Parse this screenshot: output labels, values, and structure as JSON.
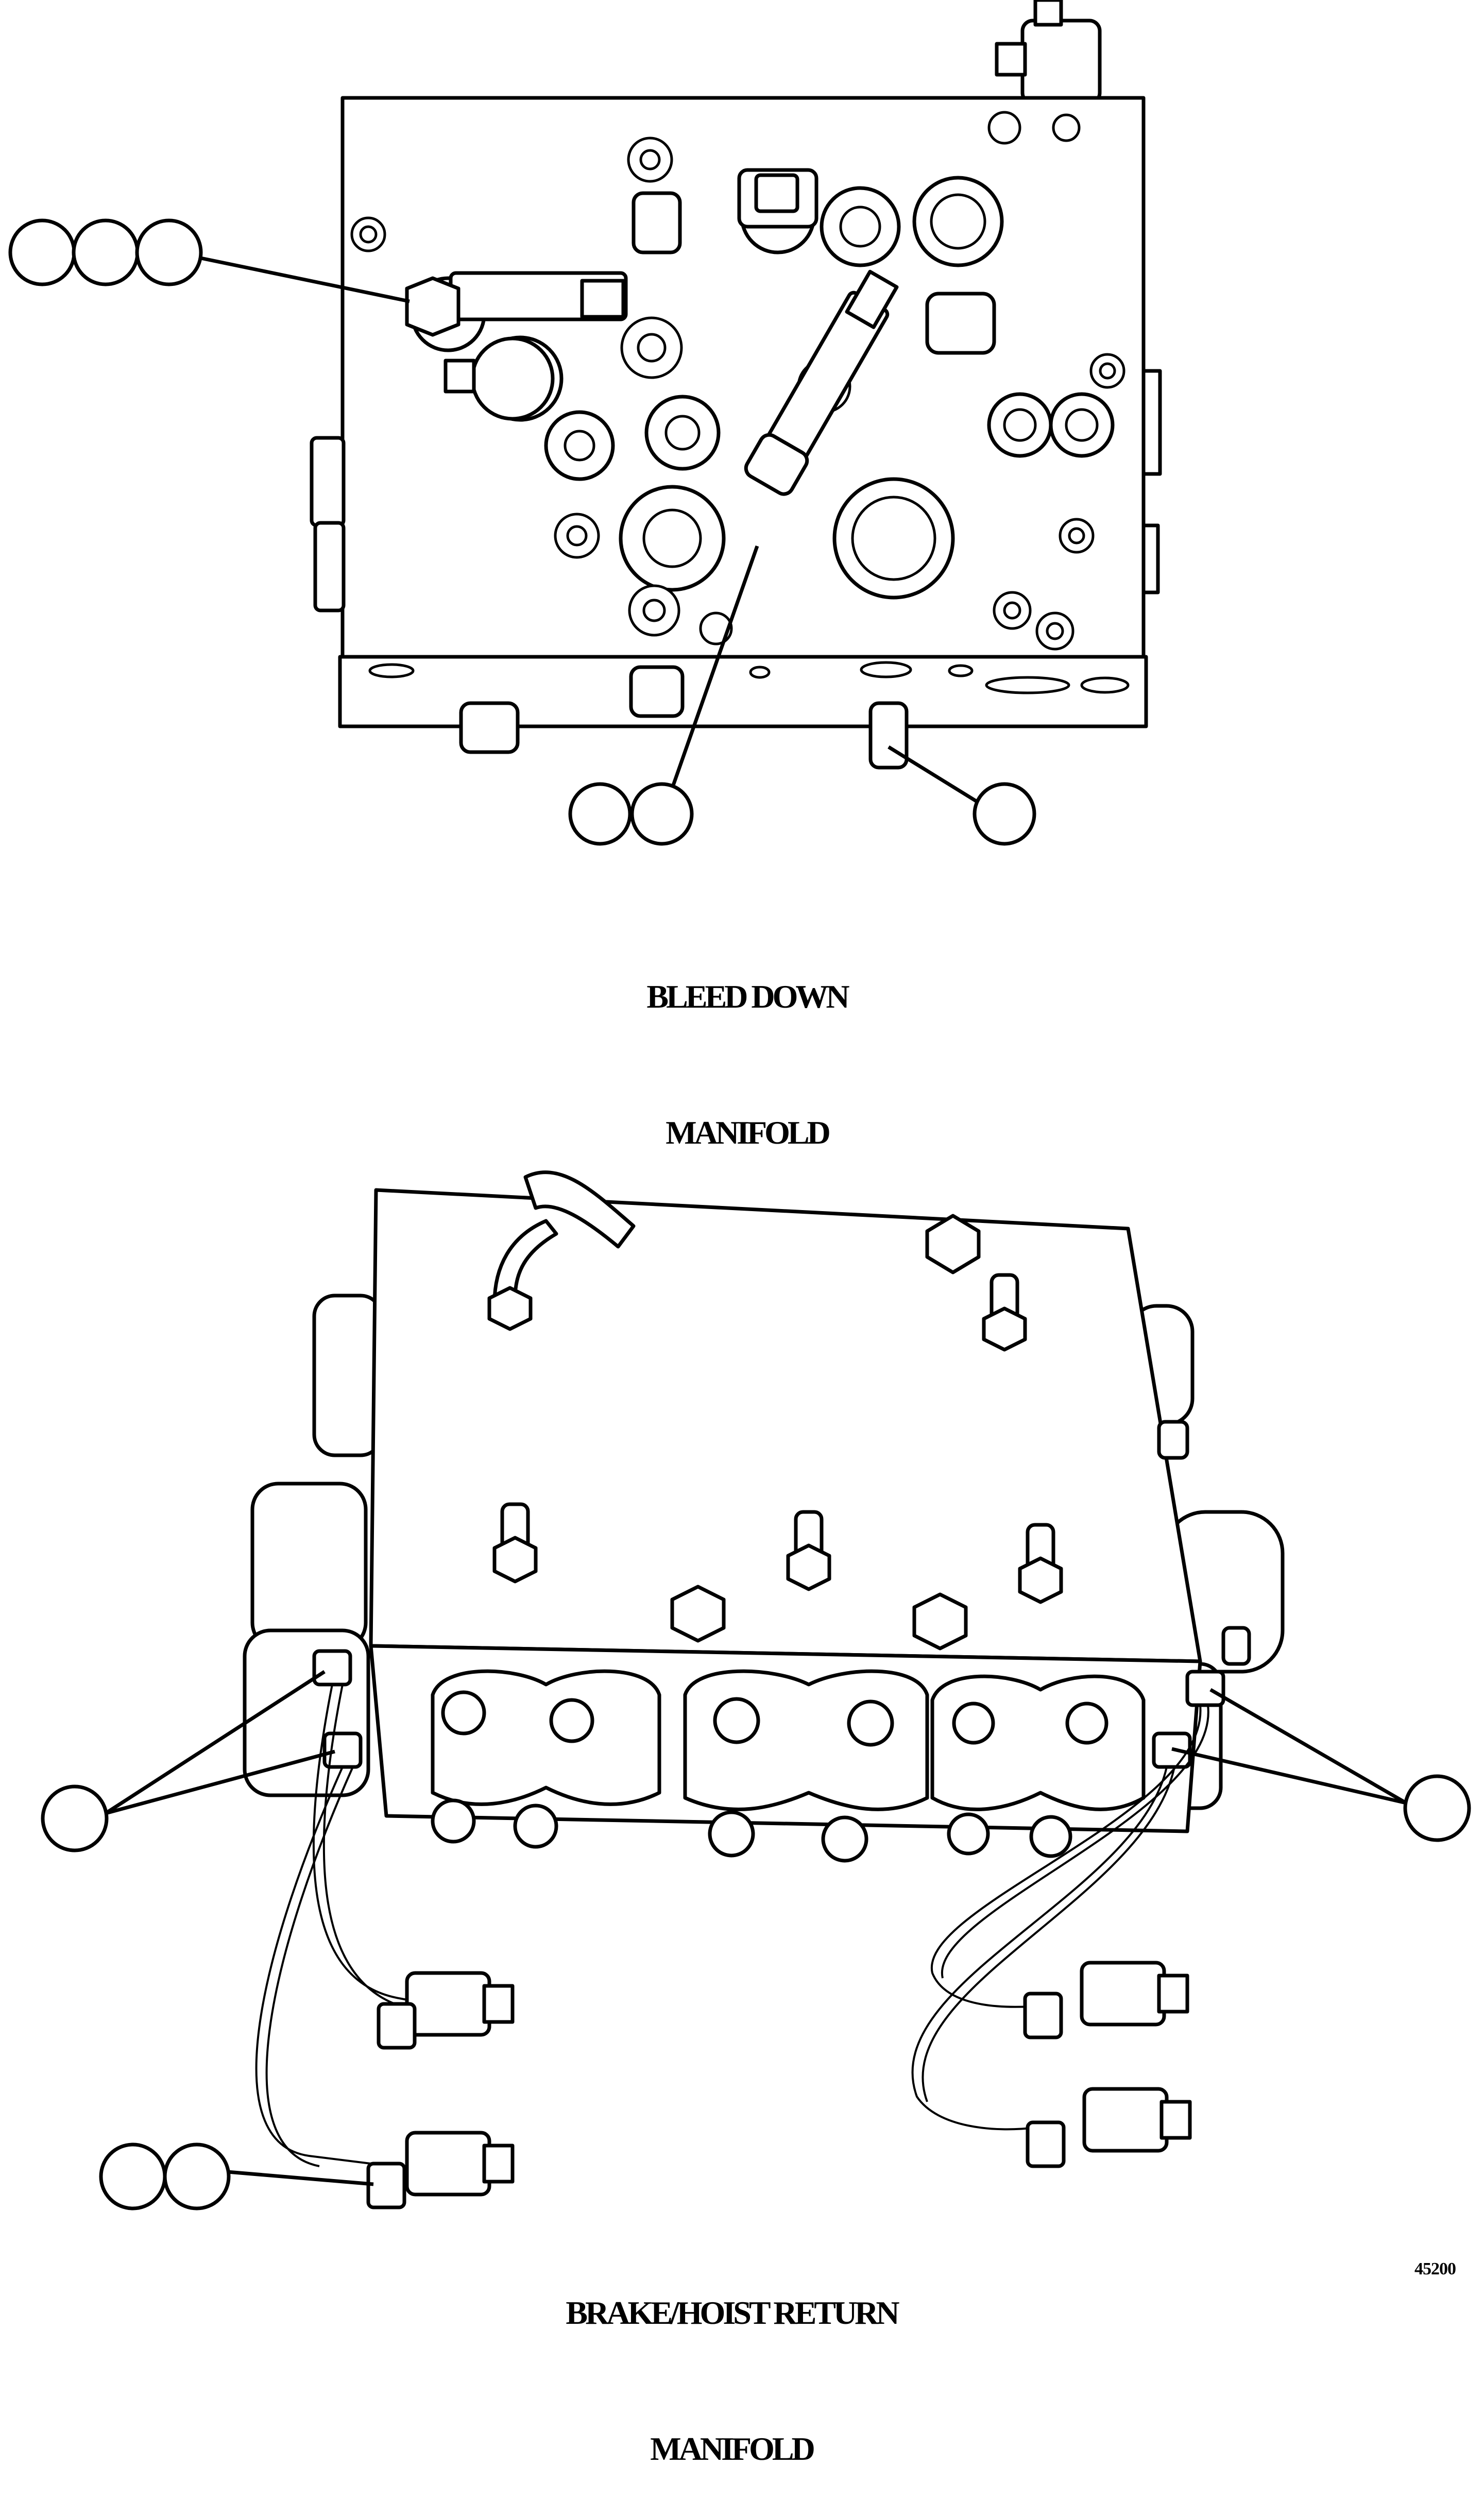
{
  "diagram": {
    "top_caption": [
      "BLEED DOWN",
      "MANIFOLD"
    ],
    "bottom_caption": [
      "BRAKE/HOIST RETURN",
      "MANIFOLD"
    ],
    "figure_number": "45200"
  }
}
